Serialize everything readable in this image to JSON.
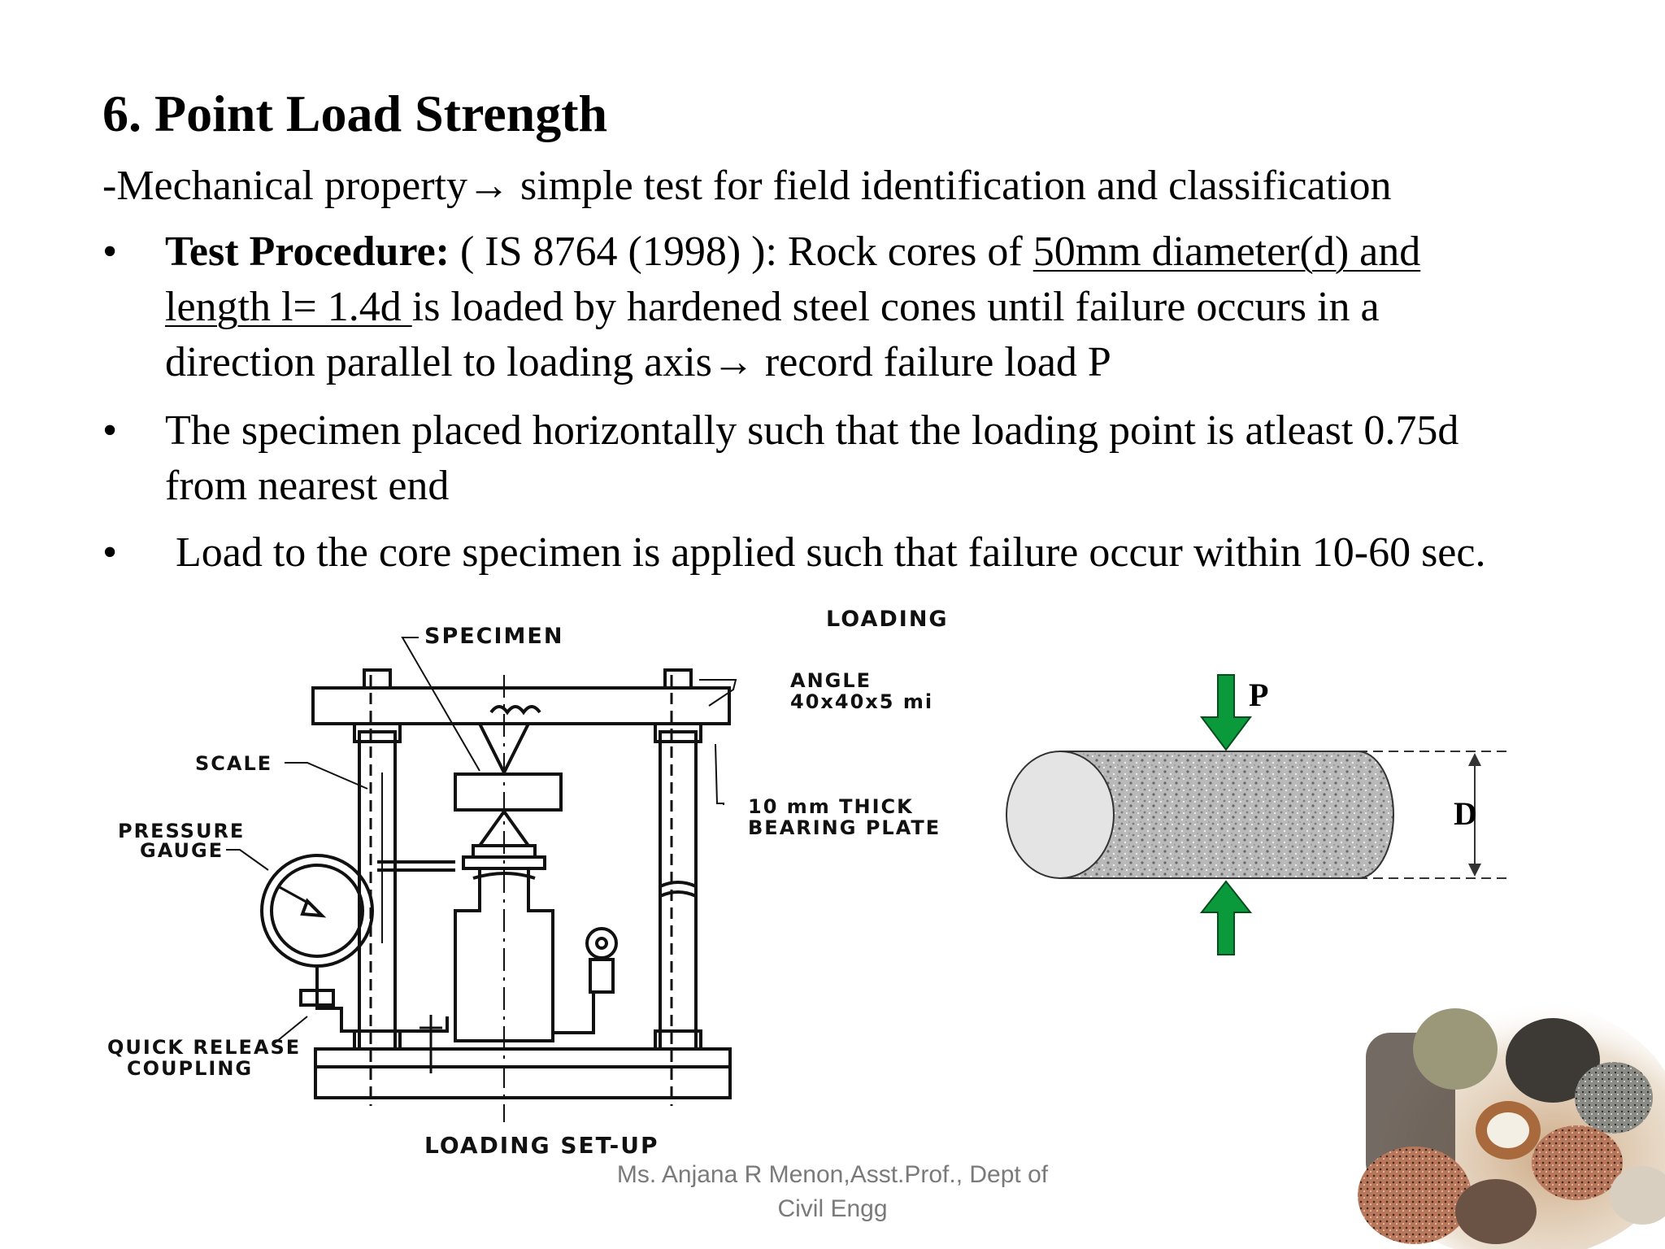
{
  "title": "6. Point Load Strength",
  "subtitle": {
    "prefix": "-Mechanical property",
    "arrow": "→",
    "rest": " simple test for field identification and classification"
  },
  "bullets": [
    {
      "marker": "•",
      "bold": "Test Procedure:",
      "text1": " ( IS 8764 (1998) ): Rock cores of ",
      "underline1": "50mm diameter(d) and",
      "underline2": "length l= 1.4d ",
      "text2": "is loaded by hardened steel cones until failure occurs in a",
      "text3": "direction parallel to loading axis",
      "arrow": "→",
      "text4": " record failure load P"
    },
    {
      "marker": "•",
      "line1": "The specimen placed horizontally such that the loading point is atleast 0.75d",
      "line2": "from nearest end"
    },
    {
      "marker": "•",
      "line1": " Load to the core specimen is applied such that failure occur within 10-60 sec."
    }
  ],
  "setup_diagram": {
    "labels": {
      "specimen": "SPECIMEN",
      "loading": "LOADING",
      "angle1": "ANGLE",
      "angle2": "40x40x5 mi",
      "scale": "SCALE",
      "plate1": "10 mm THICK",
      "plate2": "BEARING PLATE",
      "gauge1": "PRESSURE",
      "gauge2": "GAUGE",
      "coupling1": "QUICK RELEASE",
      "coupling2": "COUPLING",
      "caption": "LOADING SET-UP"
    }
  },
  "core_diagram": {
    "load_label": "P",
    "diameter_label": "D",
    "arrow_color": "#0a9a3c"
  },
  "footer": {
    "line1": "Ms. Anjana R Menon,Asst.Prof., Dept of",
    "line2": "Civil Engg"
  },
  "decor_image": "rock-cores-photo"
}
